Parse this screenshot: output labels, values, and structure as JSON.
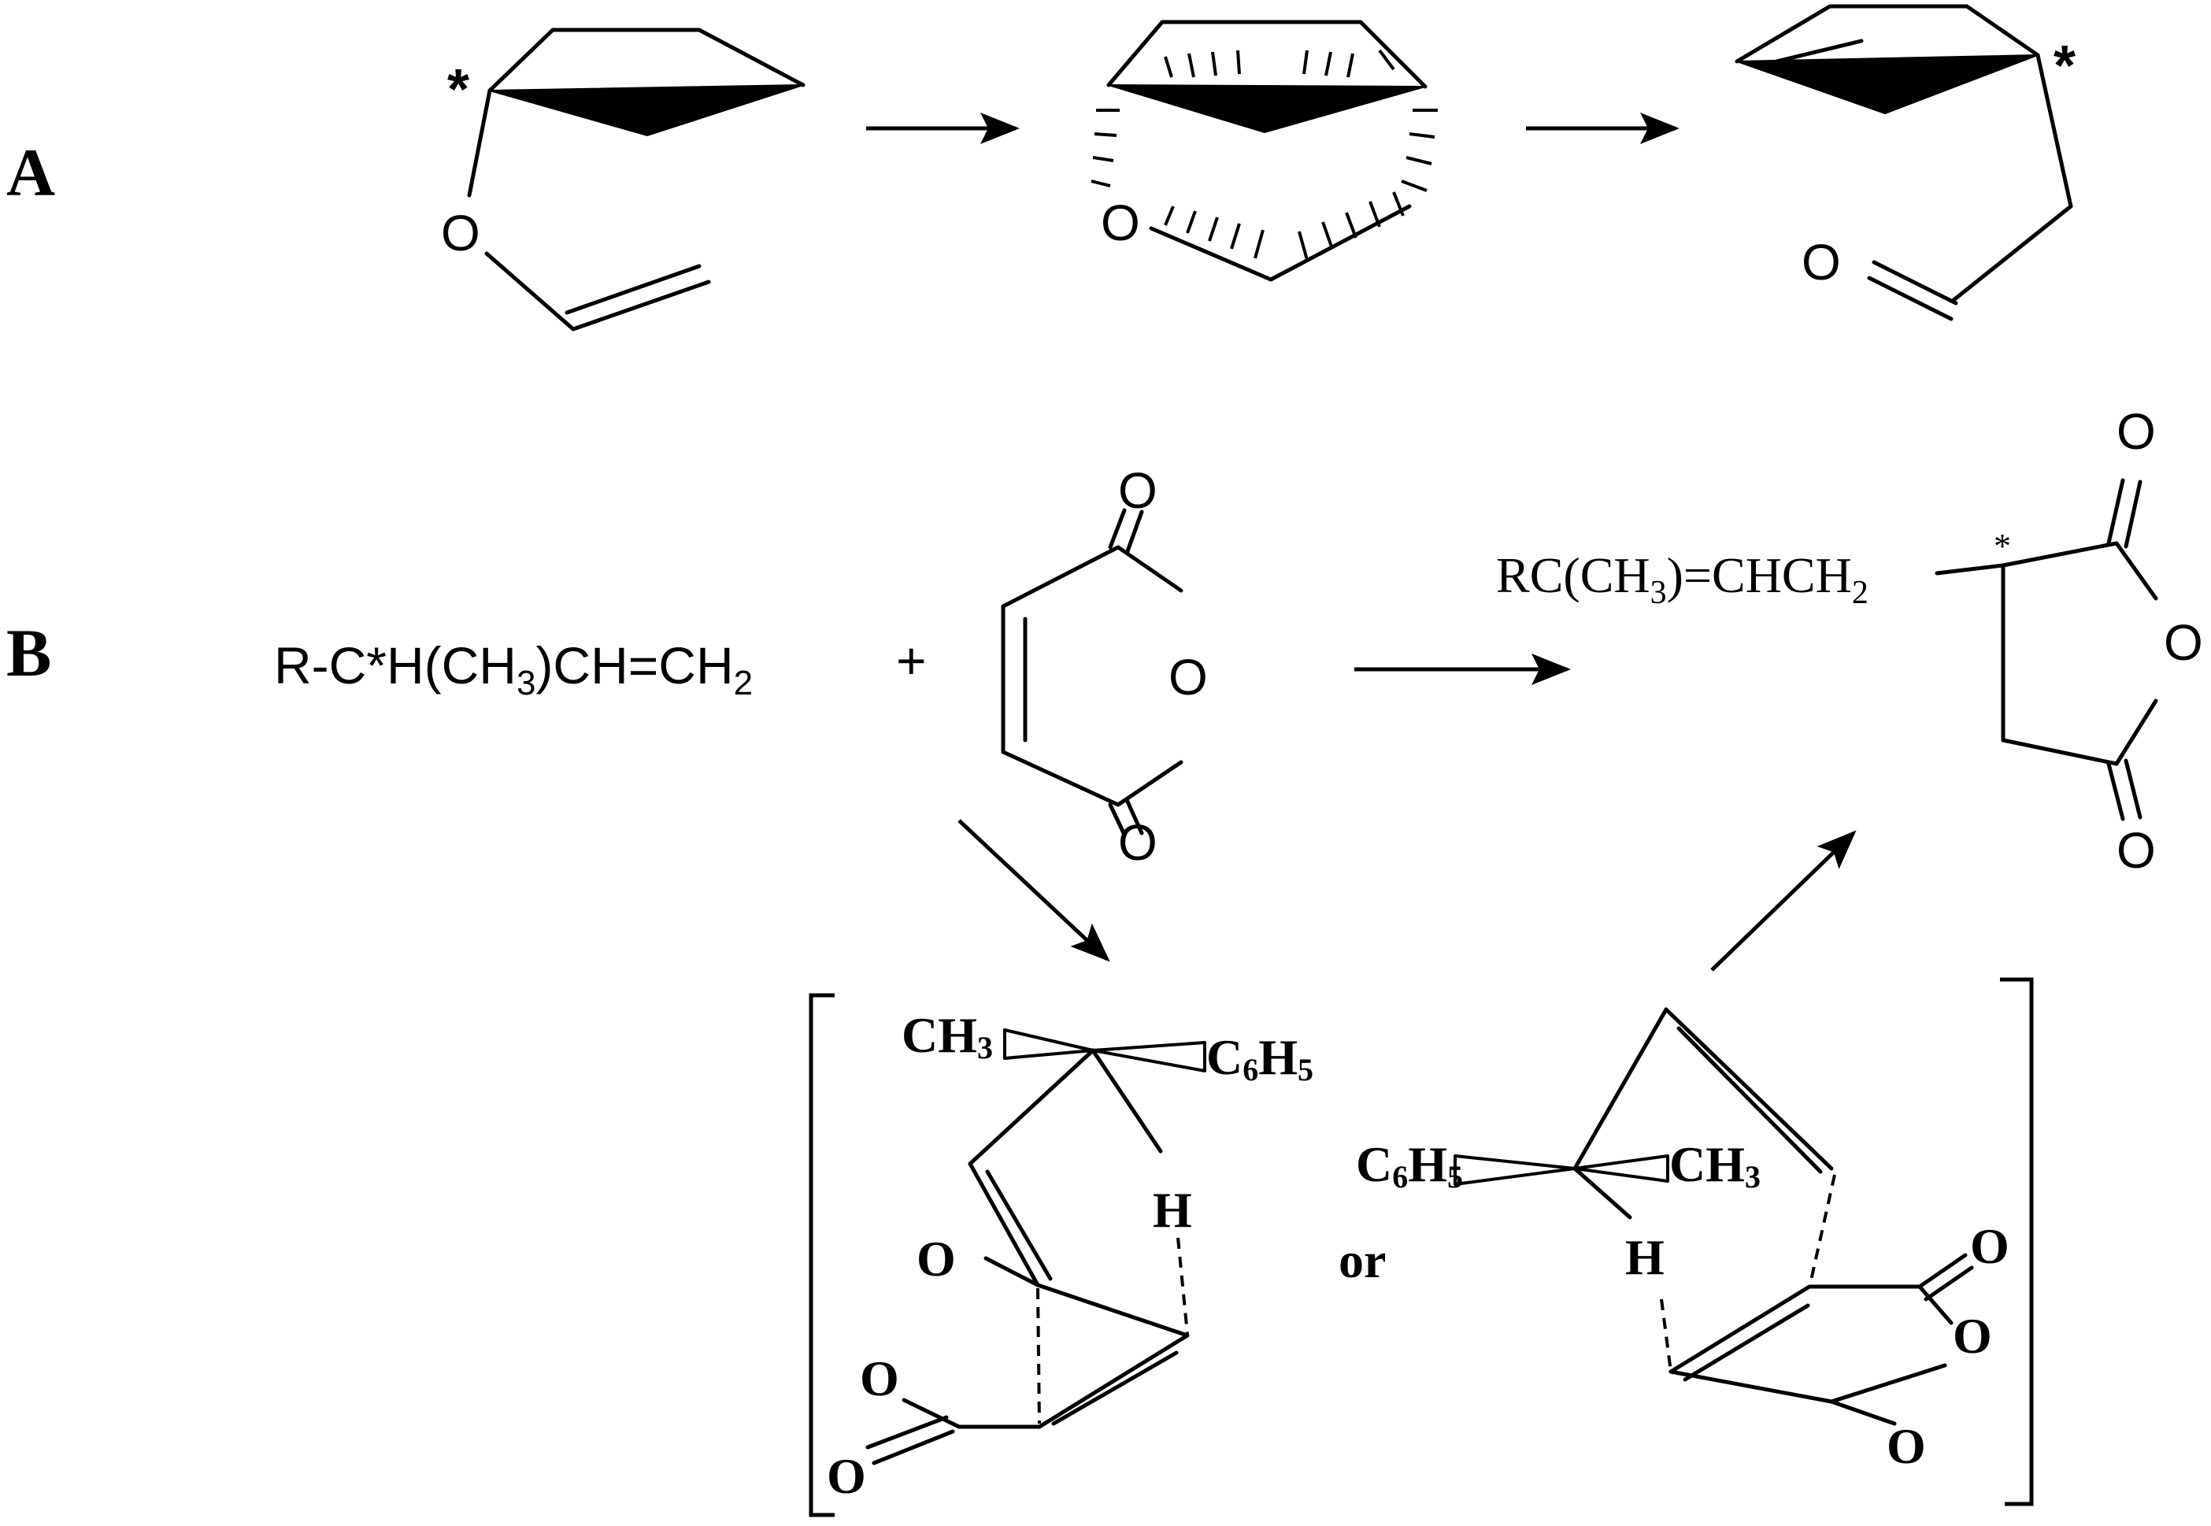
{
  "panels": {
    "a": "A",
    "b": "B"
  },
  "panel_a": {
    "star": "*",
    "o_label": "O"
  },
  "panel_b": {
    "reactant": "R-C*H(CH3)CH=CH2",
    "reactant_parts": {
      "pre": "R-C*H(CH",
      "sub1": "3",
      "mid": ")CH=CH",
      "sub2": "2"
    },
    "plus": "+",
    "product_chain_parts": {
      "pre": "RC(CH",
      "sub1": "3",
      "mid": ")=CHCH",
      "sub2": "2"
    },
    "product_star": "*",
    "o_label": "O",
    "ts_left": {
      "ch3_base": "CH",
      "ch3_sub": "3",
      "c6h5_c": "C",
      "c6h5_sub1": "6",
      "c6h5_h": "H",
      "c6h5_sub2": "5",
      "h": "H",
      "o": "O"
    },
    "or": "or",
    "ts_right": {
      "ch3_base": "CH",
      "ch3_sub": "3",
      "c6h5_c": "C",
      "c6h5_sub1": "6",
      "c6h5_h": "H",
      "c6h5_sub2": "5",
      "h": "H",
      "o": "O"
    }
  }
}
